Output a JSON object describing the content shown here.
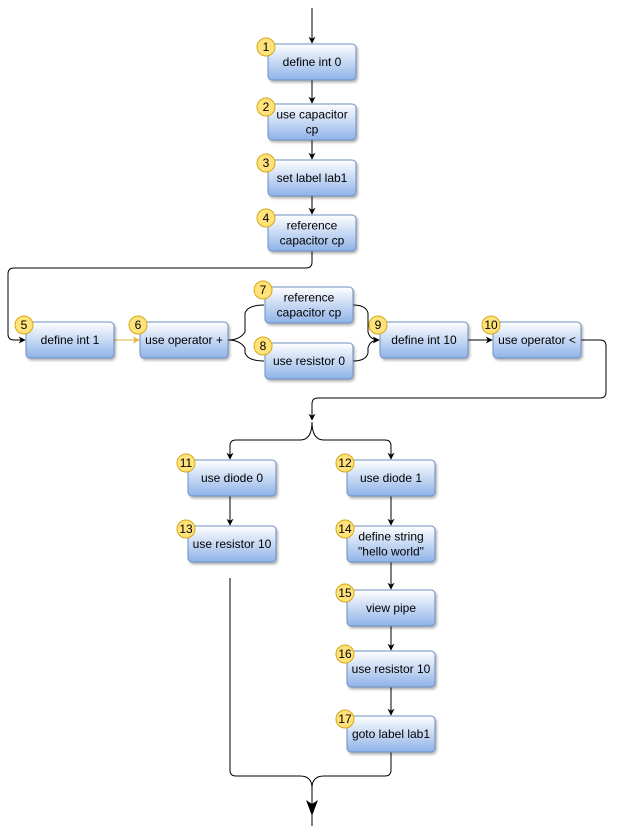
{
  "nodes": [
    {
      "id": 1,
      "badge": "1",
      "lines": [
        "define int 0"
      ]
    },
    {
      "id": 2,
      "badge": "2",
      "lines": [
        "use capacitor",
        "cp"
      ]
    },
    {
      "id": 3,
      "badge": "3",
      "lines": [
        "set label lab1"
      ]
    },
    {
      "id": 4,
      "badge": "4",
      "lines": [
        "reference",
        "capacitor cp"
      ]
    },
    {
      "id": 5,
      "badge": "5",
      "lines": [
        "define int 1"
      ]
    },
    {
      "id": 6,
      "badge": "6",
      "lines": [
        "use operator +"
      ]
    },
    {
      "id": 7,
      "badge": "7",
      "lines": [
        "reference",
        "capacitor cp"
      ]
    },
    {
      "id": 8,
      "badge": "8",
      "lines": [
        "use resistor 0"
      ]
    },
    {
      "id": 9,
      "badge": "9",
      "lines": [
        "define int 10"
      ]
    },
    {
      "id": 10,
      "badge": "10",
      "lines": [
        "use operator <"
      ]
    },
    {
      "id": 11,
      "badge": "11",
      "lines": [
        "use diode 0"
      ]
    },
    {
      "id": 12,
      "badge": "12",
      "lines": [
        "use diode 1"
      ]
    },
    {
      "id": 13,
      "badge": "13",
      "lines": [
        "use resistor 10"
      ]
    },
    {
      "id": 14,
      "badge": "14",
      "lines": [
        "define string",
        "\"hello world\""
      ]
    },
    {
      "id": 15,
      "badge": "15",
      "lines": [
        "view pipe"
      ]
    },
    {
      "id": 16,
      "badge": "16",
      "lines": [
        "use resistor 10"
      ]
    },
    {
      "id": 17,
      "badge": "17",
      "lines": [
        "goto label lab1"
      ]
    }
  ],
  "colors": {
    "node_fill_top": "#ffffff",
    "node_fill_bottom": "#8fb3e8",
    "node_border": "#6d8fc4",
    "badge_fill": "#ffe27a",
    "badge_border": "#d4a817",
    "edge": "#000000",
    "edge_accent": "#e0b43a"
  }
}
